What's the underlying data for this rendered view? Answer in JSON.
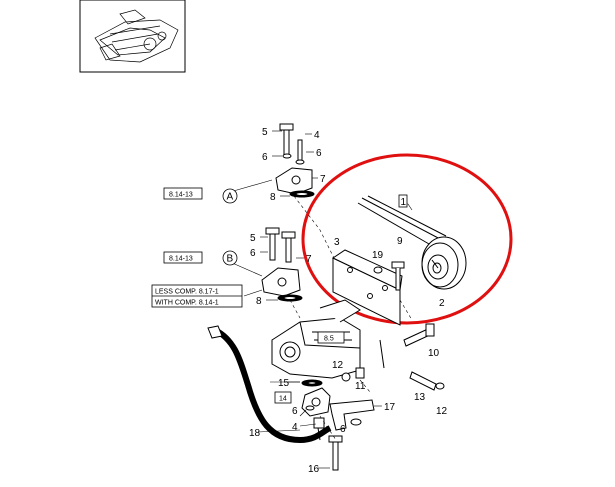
{
  "part_numbers": {
    "n1": "1",
    "n2": "2",
    "n3": "3",
    "n4a": "4",
    "n4b": "4",
    "n5a": "5",
    "n5b": "5",
    "n6a": "6",
    "n6b": "6",
    "n6c": "6",
    "n6d": "6",
    "n6e": "6",
    "n7a": "7",
    "n7b": "7",
    "n8a": "8",
    "n8b": "8",
    "n9": "9",
    "n10": "10",
    "n11": "11",
    "n12a": "12",
    "n12b": "12",
    "n13": "13",
    "n14": "14",
    "n15": "15",
    "n16": "16",
    "n17": "17",
    "n18": "18",
    "n19": "19"
  },
  "refs": {
    "ref_a": "8.14-13",
    "ref_b": "8.14-13",
    "less_comp": "LESS COMP. 8.17-1",
    "with_comp": "WITH COMP. 8.14-1",
    "ref_85": "8.5"
  },
  "callouts": {
    "a": "A",
    "b": "B"
  },
  "colors": {
    "highlight_circle": "#e01010",
    "line": "#000000"
  }
}
